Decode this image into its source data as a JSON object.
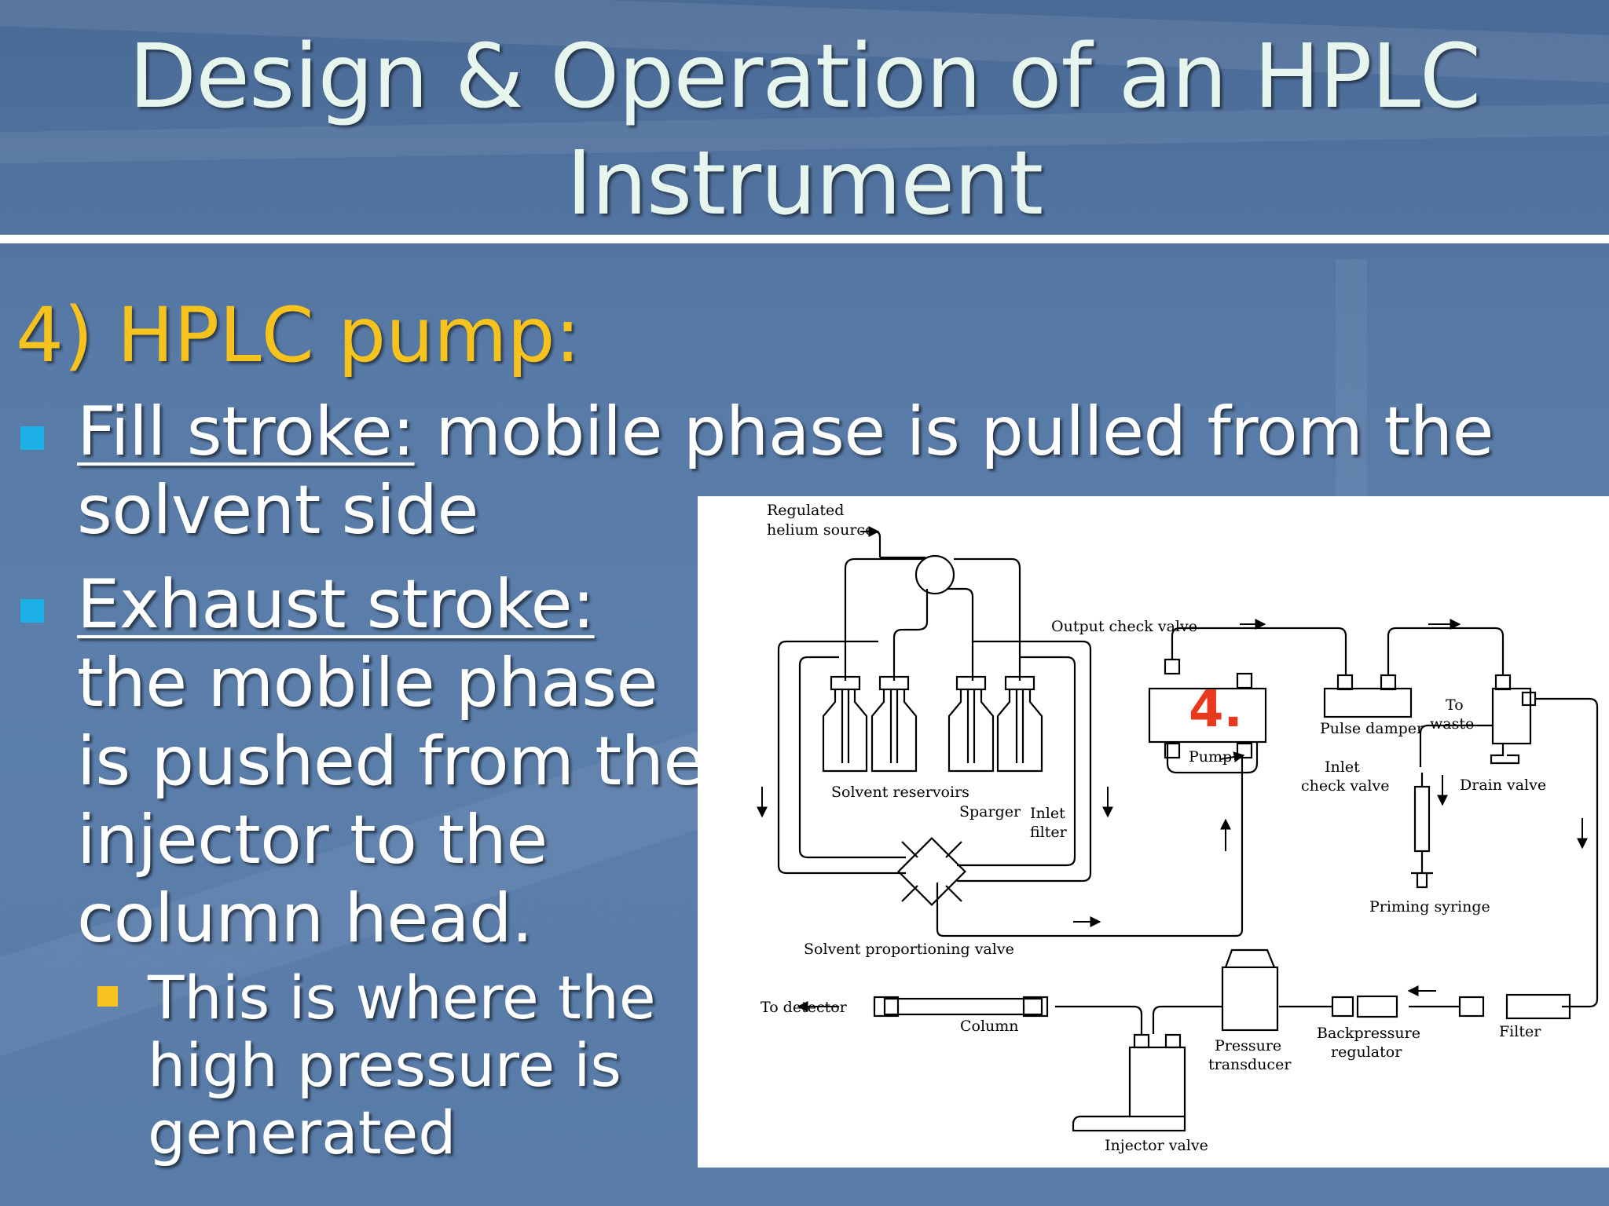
{
  "slide": {
    "title_line1": "Design & Operation of an HPLC",
    "title_line2": "Instrument",
    "heading": "4) HPLC pump:",
    "bullets": [
      {
        "term": "Fill stroke:",
        "text_line1": " mobile phase is pulled from the",
        "text_line2": "solvent side"
      },
      {
        "term": "Exhaust stroke:",
        "lines": [
          "the mobile phase",
          "is pushed from the",
          "injector to the",
          "column head."
        ]
      }
    ],
    "sub_bullet": {
      "lines": [
        "This is where the",
        "high pressure is",
        "generated"
      ]
    },
    "colors": {
      "title": "#e6f6ef",
      "heading": "#f6c21e",
      "bullet_square": "#1cb0e6",
      "sub_bullet_square": "#f6c21e",
      "highlight_number": "#e8391e"
    }
  },
  "diagram": {
    "labels": {
      "helium_1": "Regulated",
      "helium_2": "helium source",
      "output_check_valve": "Output check valve",
      "solvent_reservoirs": "Solvent reservoirs",
      "sparger": "Sparger",
      "inlet_filter_1": "Inlet",
      "inlet_filter_2": "filter",
      "pump": "Pump",
      "pump_number": "4.",
      "pulse_damper": "Pulse damper",
      "to_waste_1": "To",
      "to_waste_2": "waste",
      "drain_valve": "Drain valve",
      "inlet_check_1": "Inlet",
      "inlet_check_2": "check valve",
      "priming_syringe": "Priming syringe",
      "solvent_proportioning_valve": "Solvent proportioning valve",
      "to_detector": "To detector",
      "column": "Column",
      "pressure_transducer_1": "Pressure",
      "pressure_transducer_2": "transducer",
      "backpressure_1": "Backpressure",
      "backpressure_2": "regulator",
      "filter": "Filter",
      "injector_valve": "Injector valve"
    }
  }
}
